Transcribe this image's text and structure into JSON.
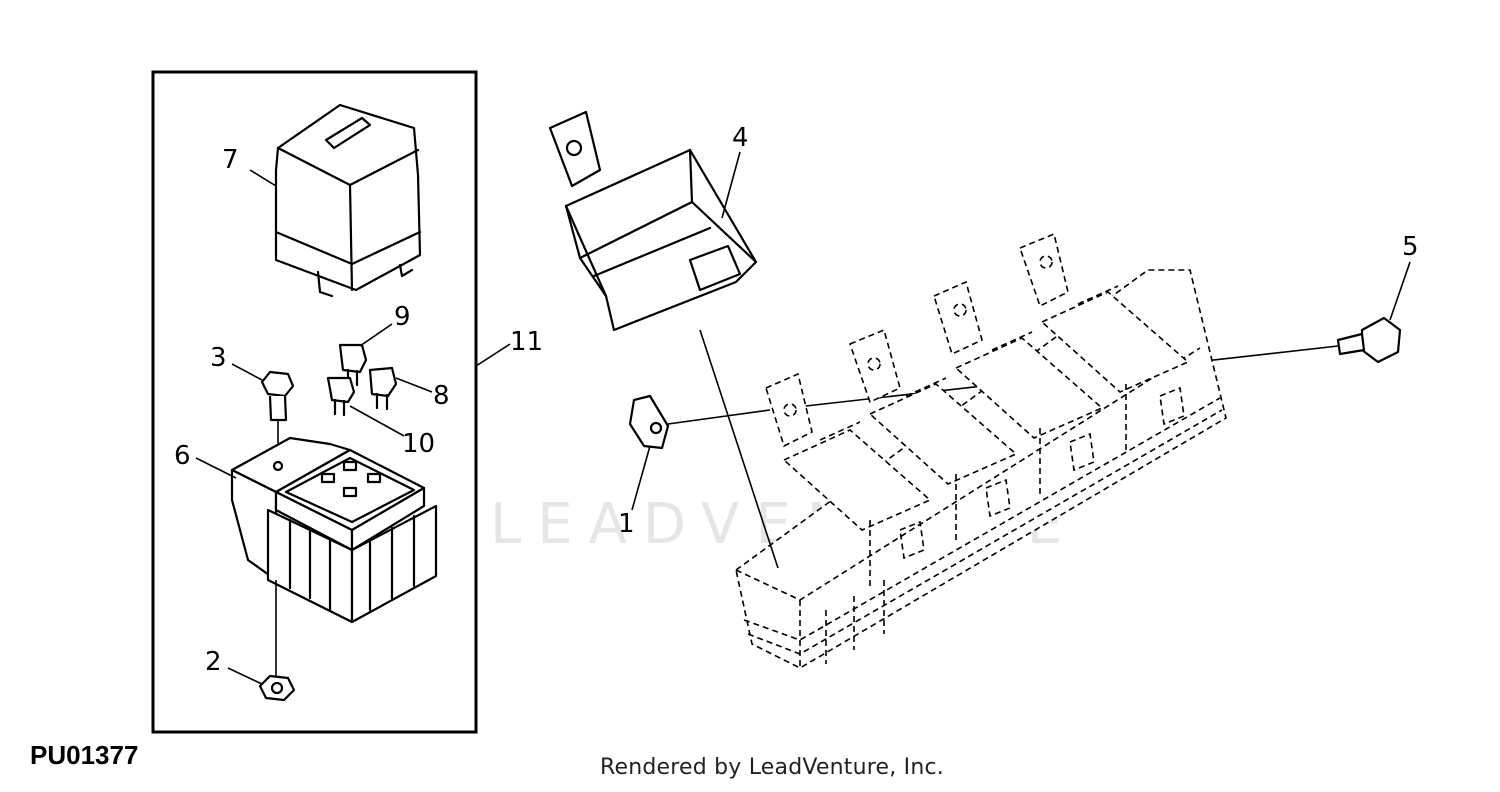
{
  "figure": {
    "id": "PU01377",
    "credit": "Rendered by LeadVenture, Inc.",
    "watermark": "LEADVENTURE"
  },
  "callouts": [
    {
      "label": "1",
      "part": "clip-nut"
    },
    {
      "label": "2",
      "part": "flange-nut"
    },
    {
      "label": "3",
      "part": "bolt"
    },
    {
      "label": "4",
      "part": "relay"
    },
    {
      "label": "5",
      "part": "screw"
    },
    {
      "label": "6",
      "part": "relay-socket"
    },
    {
      "label": "7",
      "part": "relay-cover"
    },
    {
      "label": "8",
      "part": "mini-fuse"
    },
    {
      "label": "9",
      "part": "mini-fuse"
    },
    {
      "label": "10",
      "part": "mini-fuse"
    },
    {
      "label": "11",
      "part": "fuse-relay-kit"
    }
  ]
}
